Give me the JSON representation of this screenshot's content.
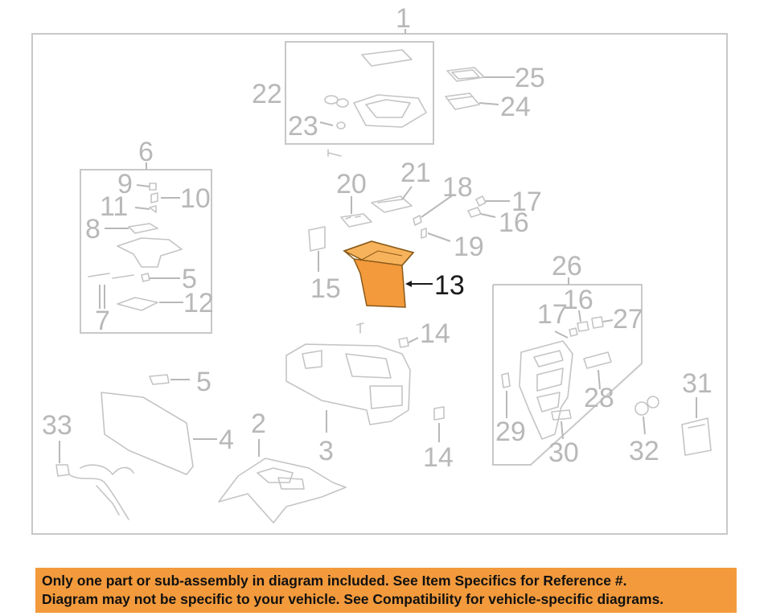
{
  "banner": {
    "line1": "Only one part or sub-assembly in diagram included. See Item Specifics for Reference #.",
    "line2": "Diagram may not be specific to your vehicle. See Compatibility for vehicle-specific diagrams."
  },
  "callouts": {
    "c1": "1",
    "c2": "2",
    "c3": "3",
    "c4": "4",
    "c5a": "5",
    "c5b": "5",
    "c6": "6",
    "c7": "7",
    "c8": "8",
    "c9": "9",
    "c10": "10",
    "c11": "11",
    "c12": "12",
    "c13": "13",
    "c14a": "14",
    "c14b": "14",
    "c15": "15",
    "c16a": "16",
    "c16b": "16",
    "c17a": "17",
    "c17b": "17",
    "c18": "18",
    "c19": "19",
    "c20": "20",
    "c21": "21",
    "c22": "22",
    "c23": "23",
    "c24": "24",
    "c25": "25",
    "c26": "26",
    "c27": "27",
    "c28": "28",
    "c29": "29",
    "c30": "30",
    "c31": "31",
    "c32": "32",
    "c33": "33"
  },
  "highlight_color": "#f39a3c",
  "highlighted_part": "13"
}
